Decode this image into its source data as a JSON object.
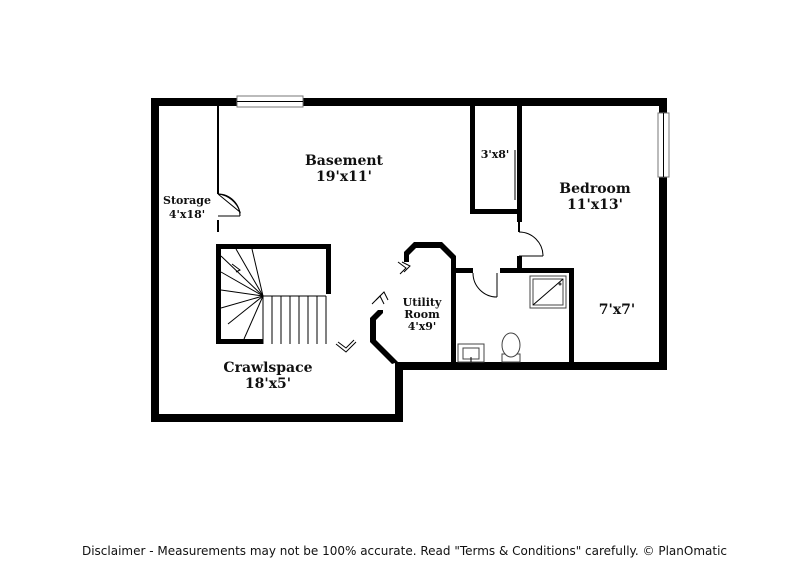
{
  "rooms": {
    "basement": {
      "name": "Basement",
      "dim": "19'x11'"
    },
    "bedroom": {
      "name": "Bedroom",
      "dim": "11'x13'"
    },
    "storage": {
      "name": "Storage",
      "dim": "4'x18'"
    },
    "closet": {
      "dim": "3'x8'"
    },
    "utility": {
      "name_line1": "Utility",
      "name_line2": "Room",
      "dim": "4'x9'"
    },
    "bath": {
      "dim": "7'x7'"
    },
    "crawlspace": {
      "name": "Crawlspace",
      "dim": "18'x5'"
    }
  },
  "disclaimer": "Disclaimer - Measurements may not be 100% accurate. Read \"Terms & Conditions\" carefully. © PlanOmatic"
}
